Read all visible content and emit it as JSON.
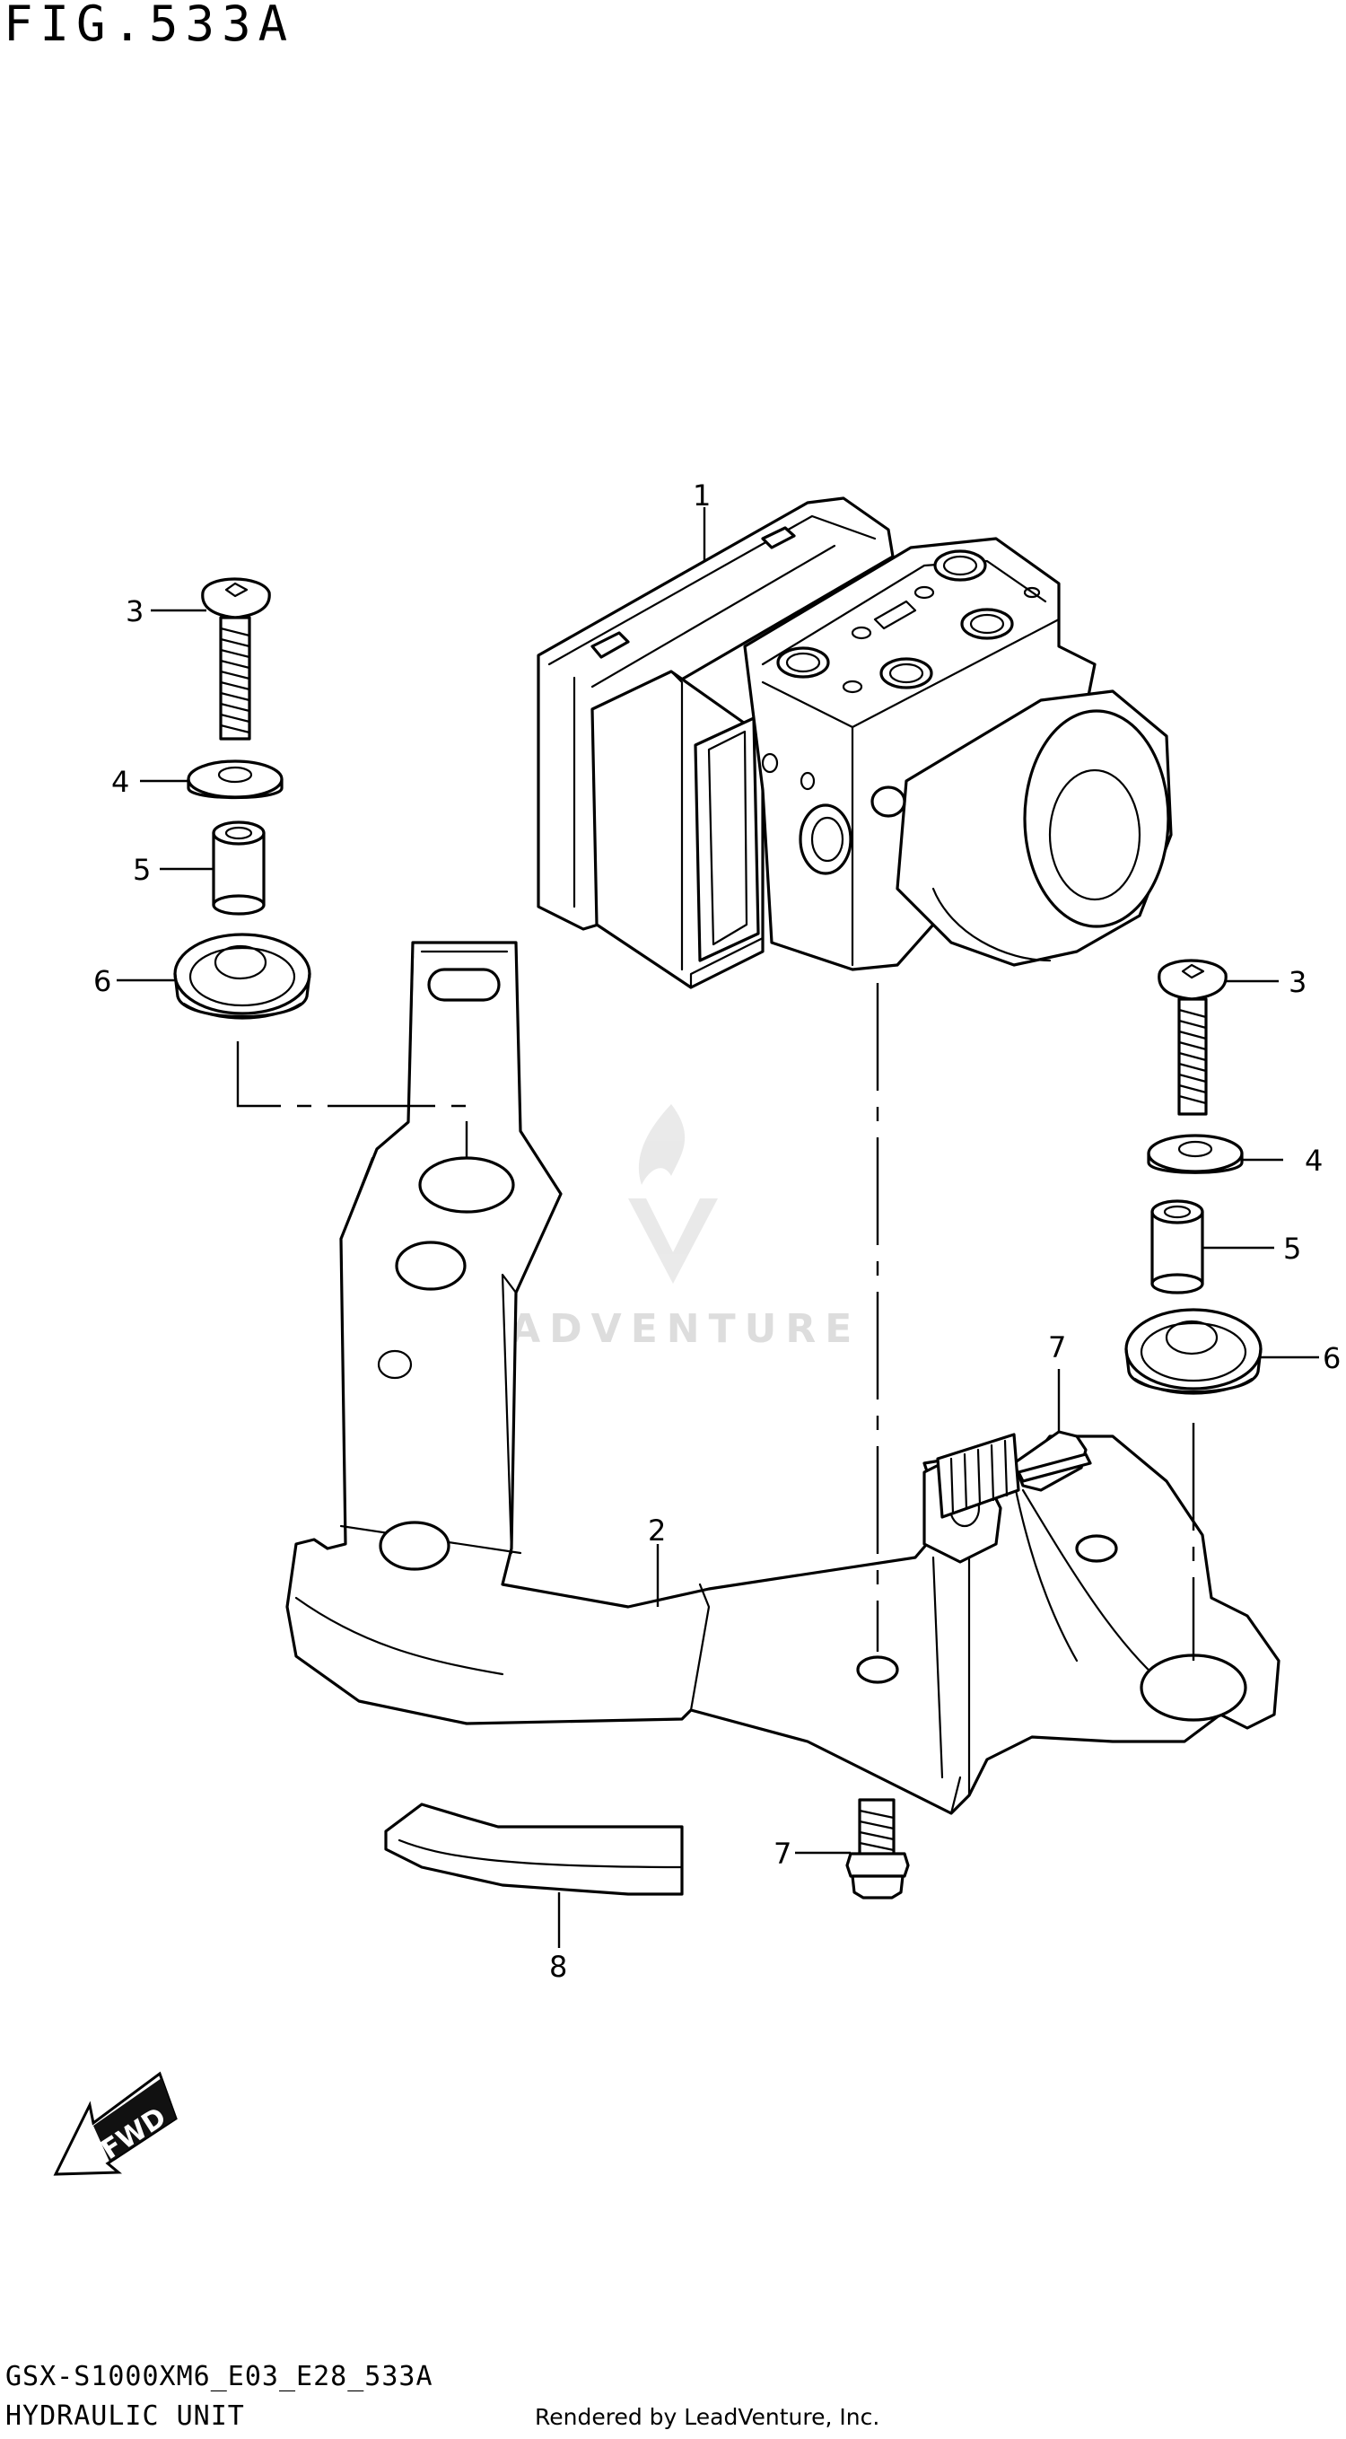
{
  "figure": {
    "title": "FIG.533A"
  },
  "footer": {
    "code": "GSX-S1000XM6_E03_E28_533A",
    "name": "HYDRAULIC UNIT",
    "rendered_by": "Rendered by LeadVenture, Inc."
  },
  "watermark": {
    "text": "LEADVENTURE"
  },
  "fwd_label": "FWD",
  "callouts": {
    "c1": "1",
    "c2": "2",
    "c3a": "3",
    "c3b": "3",
    "c4a": "4",
    "c4b": "4",
    "c5a": "5",
    "c5b": "5",
    "c6a": "6",
    "c6b": "6",
    "c7a": "7",
    "c7b": "7",
    "c8": "8"
  }
}
